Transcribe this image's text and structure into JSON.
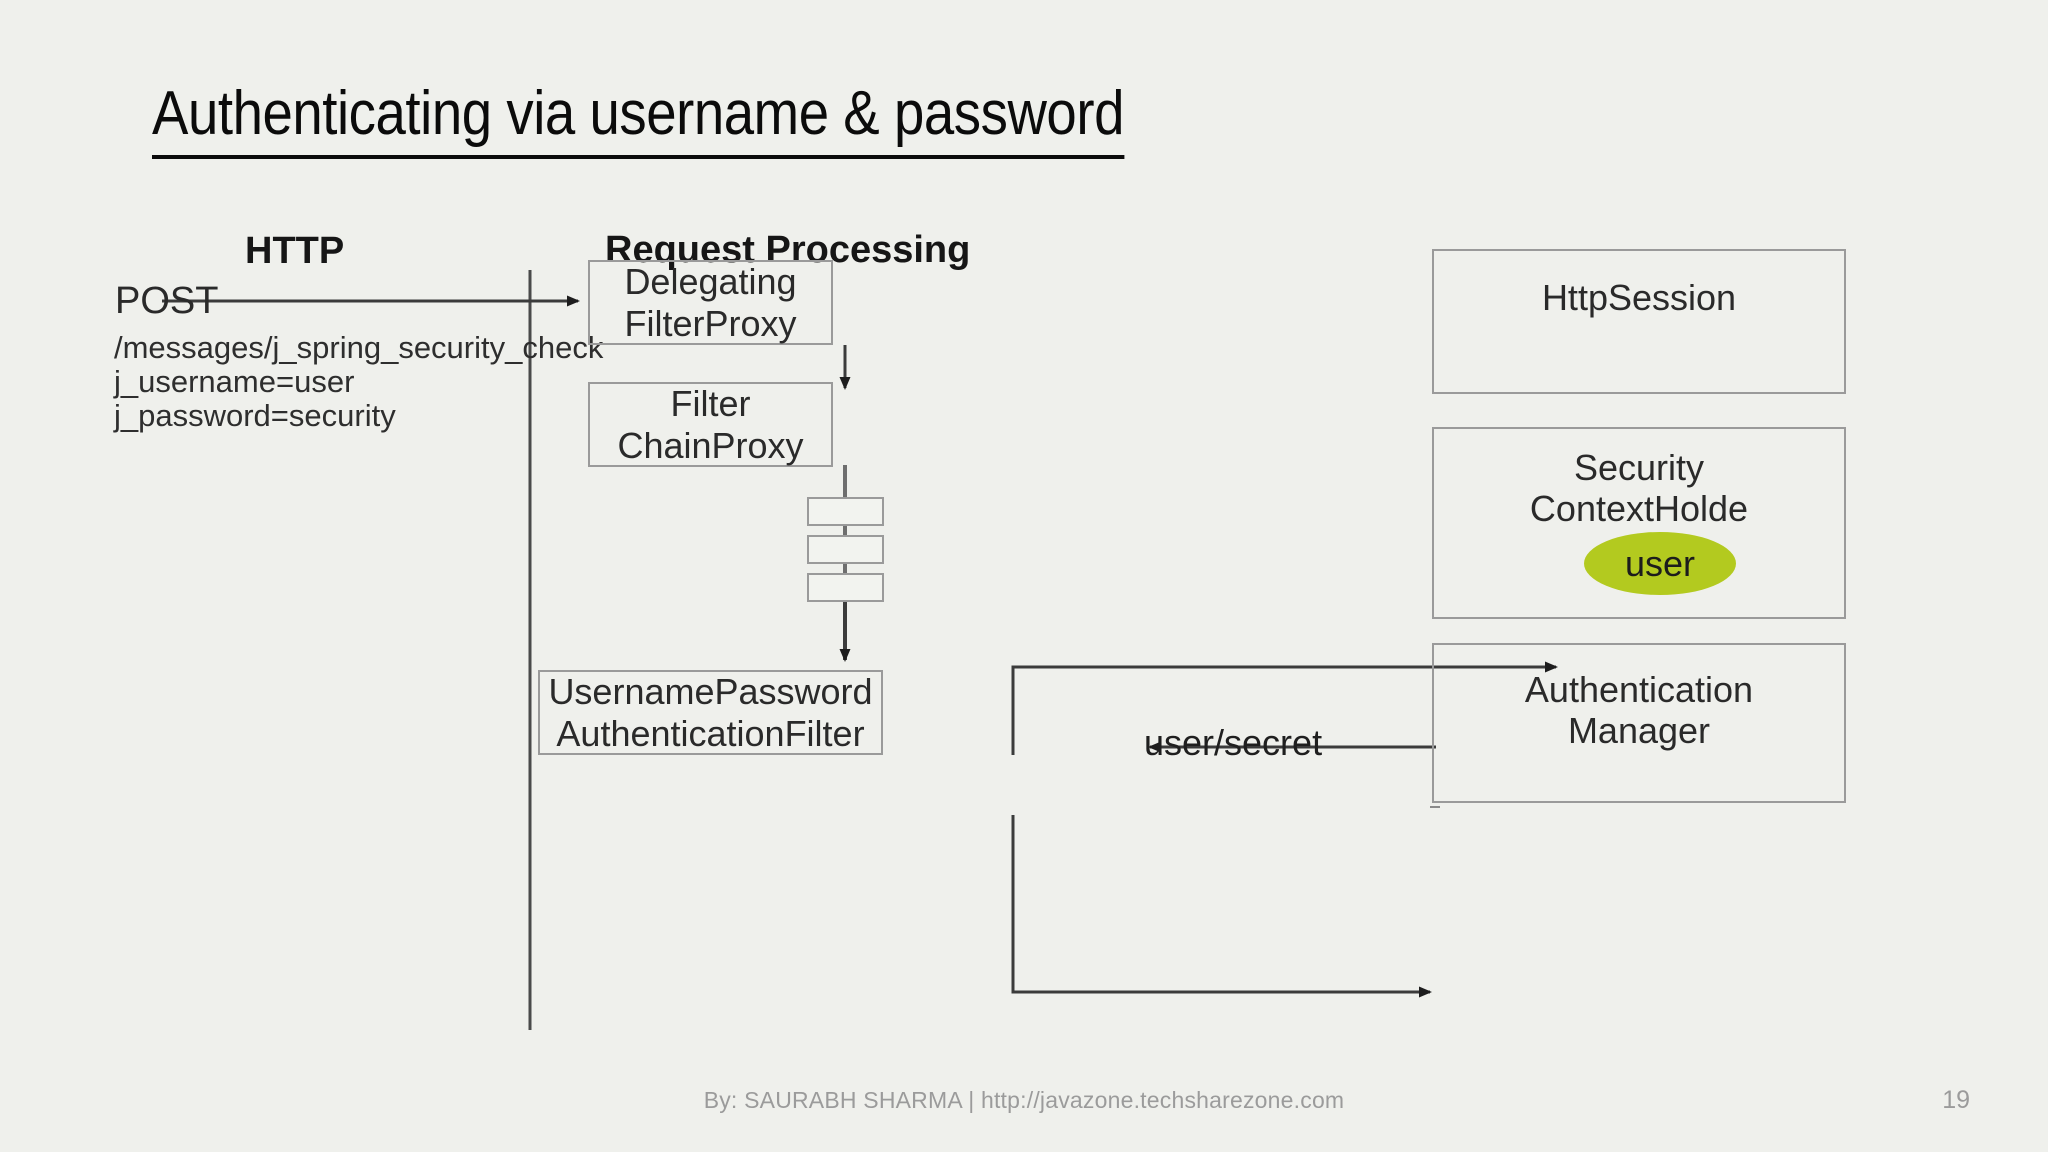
{
  "slide": {
    "title": "Authenticating via username & password",
    "page_number": "19",
    "footer": "By: SAURABH SHARMA |  http://javazone.techsharezone.com"
  },
  "colors": {
    "background": "#eff0ec",
    "text": "#231f20",
    "box_border": "#9a9a9a",
    "connector": "#3a3a3a",
    "user_token_fill": "#b3ca1f",
    "footer_text": "#9b9b9b"
  },
  "diagram": {
    "headers": {
      "http": "HTTP",
      "request_processing": "Request Processing"
    },
    "request": {
      "method": "POST",
      "path": "/messages/j_spring_security_check",
      "param_username": "j_username=user",
      "param_password": "j_password=security"
    },
    "boxes": [
      {
        "id": "delegating-filter-proxy",
        "line1": "Delegating",
        "line2": "FilterProxy"
      },
      {
        "id": "filter-chain-proxy",
        "line1": "Filter",
        "line2": "ChainProxy"
      },
      {
        "id": "username-password-authentication-filter",
        "line1": "UsernamePassword",
        "line2": "AuthenticationFilter"
      },
      {
        "id": "http-session",
        "line1": "HttpSession",
        "line2": ""
      },
      {
        "id": "security-context-holder",
        "line1": "Security",
        "line2": "ContextHolde"
      },
      {
        "id": "authentication-manager",
        "line1": "Authentication",
        "line2": "Manager"
      }
    ],
    "filter_chain_segments": 3,
    "user_token": "user",
    "credentials_label": "user/secret"
  }
}
